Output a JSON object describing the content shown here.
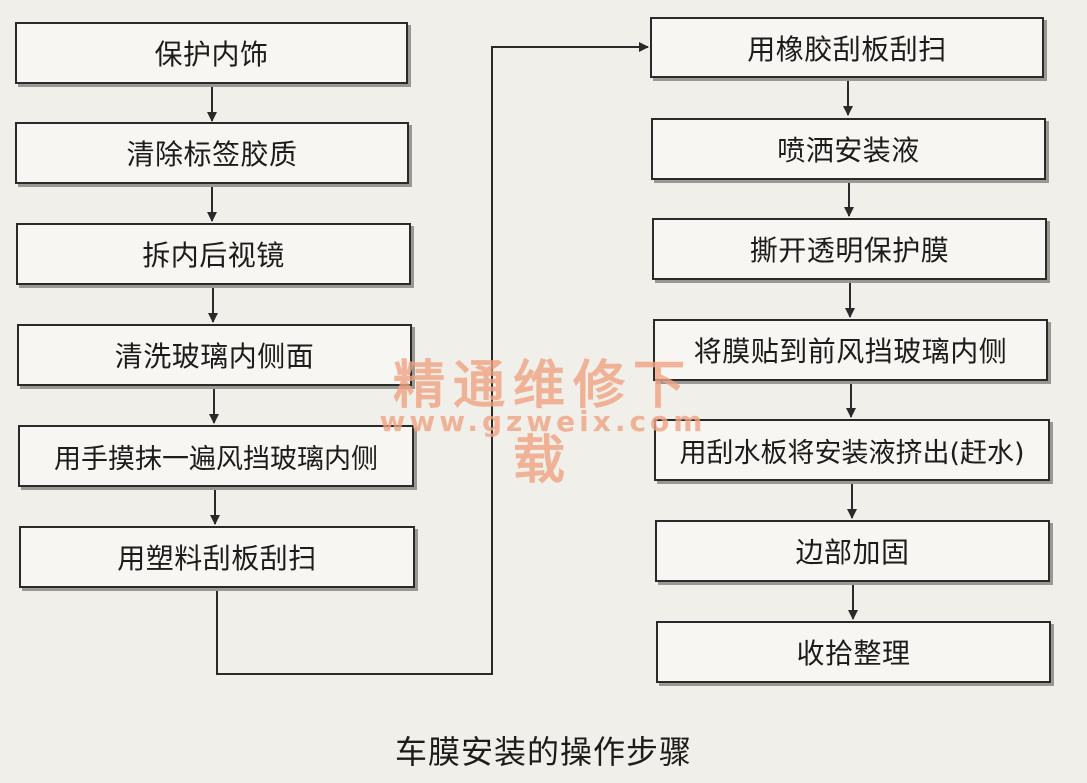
{
  "left_column": [
    "保护内饰",
    "清除标签胶质",
    "拆内后视镜",
    "清洗玻璃内侧面",
    "用手摸抹一遍风挡玻璃内侧",
    "用塑料刮板刮扫"
  ],
  "right_column": [
    "用橡胶刮板刮扫",
    "喷洒安装液",
    "撕开透明保护膜",
    "将膜贴到前风挡玻璃内侧",
    "用刮水板将安装液挤出(赶水)",
    "边部加固",
    "收拾整理"
  ],
  "watermark": {
    "name": "精通维修下载",
    "url": "www.gzweix.com"
  },
  "caption": "车膜安装的操作步骤",
  "colors": {
    "background": "#f1efe9",
    "box_fill": "#f7f6f2",
    "line": "#2a2a2a",
    "watermark": "#f0a383"
  }
}
